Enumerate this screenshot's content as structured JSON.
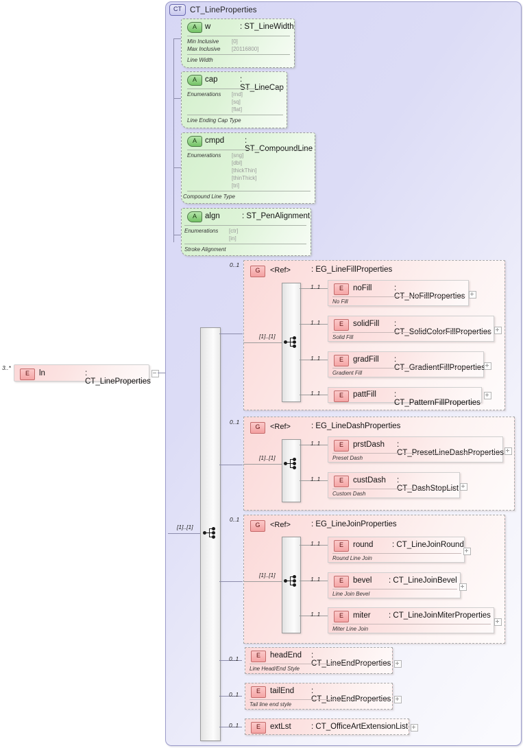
{
  "diagram": {
    "title": "CT_LineProperties",
    "root_element": {
      "badge": "E",
      "name": "ln",
      "type": ": CT_LineProperties",
      "occurrence": "3..*"
    },
    "container": {
      "badge": "CT",
      "name": "CT_LineProperties"
    },
    "attributes": [
      {
        "badge": "A",
        "name": "w",
        "type": ": ST_LineWidth",
        "facets": [
          {
            "label": "Min Inclusive",
            "value": "[0]"
          },
          {
            "label": "Max Inclusive",
            "value": "[20116800]"
          }
        ],
        "documentation": "Line Width"
      },
      {
        "badge": "A",
        "name": "cap",
        "type": ": ST_LineCap",
        "facets": [
          {
            "label": "Enumerations",
            "value": "[rnd]"
          },
          {
            "label": "",
            "value": "[sq]"
          },
          {
            "label": "",
            "value": "[flat]"
          }
        ],
        "documentation": "Line Ending Cap Type"
      },
      {
        "badge": "A",
        "name": "cmpd",
        "type": ": ST_CompoundLine",
        "facets": [
          {
            "label": "Enumerations",
            "value": "[sng]"
          },
          {
            "label": "",
            "value": "[dbl]"
          },
          {
            "label": "",
            "value": "[thickThin]"
          },
          {
            "label": "",
            "value": "[thinThick]"
          },
          {
            "label": "",
            "value": "[tri]"
          }
        ],
        "documentation": "Compound Line Type"
      },
      {
        "badge": "A",
        "name": "algn",
        "type": ": ST_PenAlignment",
        "facets": [
          {
            "label": "Enumerations",
            "value": "[ctr]"
          },
          {
            "label": "",
            "value": "[in]"
          }
        ],
        "documentation": "Stroke Alignment"
      }
    ],
    "sequence": {
      "occurrence": "[1]..[1]"
    },
    "groups": [
      {
        "badge": "G",
        "ref": "<Ref>",
        "type": ": EG_LineFillProperties",
        "occurrence": "0..1",
        "choice_occurrence": "[1]..[1]",
        "children": [
          {
            "badge": "E",
            "name": "noFill",
            "type": ": CT_NoFillProperties",
            "occurrence": "1..1",
            "documentation": "No Fill"
          },
          {
            "badge": "E",
            "name": "solidFill",
            "type": ": CT_SolidColorFillProperties",
            "occurrence": "1..1",
            "documentation": "Solid Fill"
          },
          {
            "badge": "E",
            "name": "gradFill",
            "type": ": CT_GradientFillProperties",
            "occurrence": "1..1",
            "documentation": "Gradient Fill"
          },
          {
            "badge": "E",
            "name": "pattFill",
            "type": ": CT_PatternFillProperties",
            "occurrence": "1..1",
            "documentation": ""
          }
        ]
      },
      {
        "badge": "G",
        "ref": "<Ref>",
        "type": ": EG_LineDashProperties",
        "occurrence": "0..1",
        "choice_occurrence": "[1]..[1]",
        "children": [
          {
            "badge": "E",
            "name": "prstDash",
            "type": ": CT_PresetLineDashProperties",
            "occurrence": "1..1",
            "documentation": "Preset Dash"
          },
          {
            "badge": "E",
            "name": "custDash",
            "type": ": CT_DashStopList",
            "occurrence": "1..1",
            "documentation": "Custom Dash"
          }
        ]
      },
      {
        "badge": "G",
        "ref": "<Ref>",
        "type": ": EG_LineJoinProperties",
        "occurrence": "0..1",
        "choice_occurrence": "[1]..[1]",
        "children": [
          {
            "badge": "E",
            "name": "round",
            "type": ": CT_LineJoinRound",
            "occurrence": "1..1",
            "documentation": "Round Line Join"
          },
          {
            "badge": "E",
            "name": "bevel",
            "type": ": CT_LineJoinBevel",
            "occurrence": "1..1",
            "documentation": "Line Join Bevel"
          },
          {
            "badge": "E",
            "name": "miter",
            "type": ": CT_LineJoinMiterProperties",
            "occurrence": "1..1",
            "documentation": "Miter Line Join"
          }
        ]
      }
    ],
    "elements": [
      {
        "badge": "E",
        "name": "headEnd",
        "type": ": CT_LineEndProperties",
        "occurrence": "0..1",
        "documentation": "Line Head/End Style"
      },
      {
        "badge": "E",
        "name": "tailEnd",
        "type": ": CT_LineEndProperties",
        "occurrence": "0..1",
        "documentation": "Tail line end style"
      },
      {
        "badge": "E",
        "name": "extLst",
        "type": ": CT_OfficeArtExtensionList",
        "occurrence": "0..1",
        "documentation": ""
      }
    ]
  }
}
